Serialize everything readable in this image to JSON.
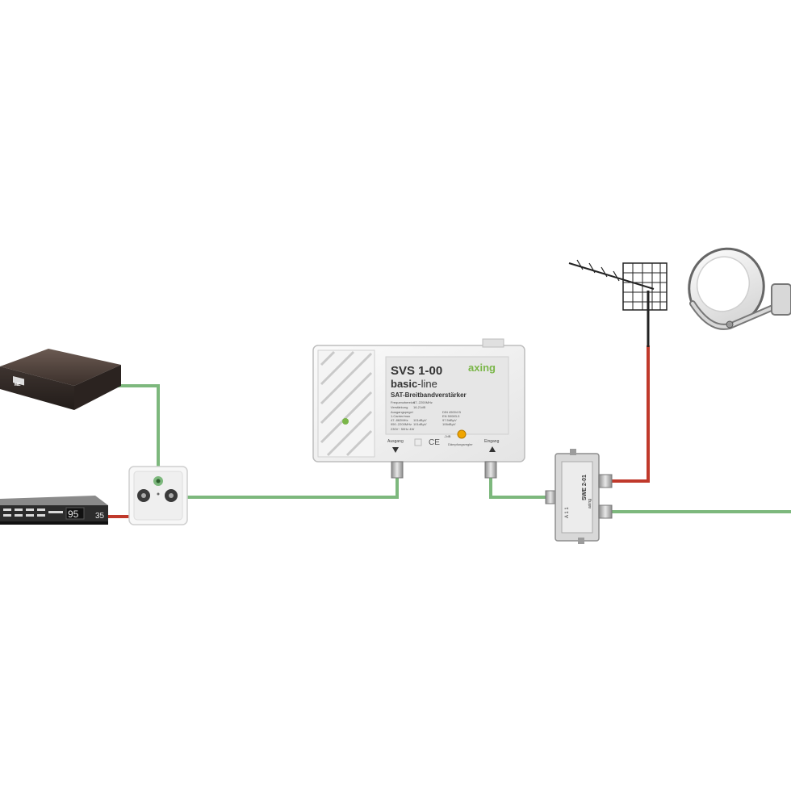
{
  "colors": {
    "tv_cable": "#7db87d",
    "sat_cable": "#c0392b",
    "brand": "#7ab648",
    "device_body": "#f1f1f1",
    "label_panel": "#e6e6e6"
  },
  "amplifier": {
    "model": "SVS 1-00",
    "series_bold": "basic",
    "series_light": "-line",
    "brand": "axing",
    "title": "SAT-Breitbandverstärker",
    "spec_left": [
      "Frequenzbereich",
      "Verstärkung",
      "Ausgangspegel",
      "1.Carrier/max",
      "47..862MHz",
      "950..2200MHz"
    ],
    "spec_mid": [
      "47..2200MHz",
      "16-21dB",
      "",
      "",
      "101dBµV",
      "101dBµV"
    ],
    "spec_right": [
      "",
      "",
      "DIN 45004 B",
      "EN 50083-3",
      "97.5dBµV",
      "106dBµV"
    ],
    "spec_footer": "230V~ 50Hz 4W",
    "attenuator_label": "Dämpfungsregler",
    "attenuator_range": "-2dB",
    "port_out": "Ausgang",
    "port_in": "Eingang",
    "ce": "CE"
  },
  "splitter": {
    "model": "SWE 2-01",
    "brand": "axing",
    "marks": "A  1  1"
  },
  "receiver": {
    "display": "95",
    "channel": "35"
  },
  "settop": {
    "logo": "ᴹᴱ"
  },
  "icons": {
    "settop": "set-top-box-icon",
    "receiver": "sat-receiver-icon",
    "wall_socket": "antenna-socket-icon",
    "amplifier": "amplifier-icon",
    "splitter": "splitter-icon",
    "antenna": "terrestrial-antenna-icon",
    "dish": "satellite-dish-icon"
  }
}
